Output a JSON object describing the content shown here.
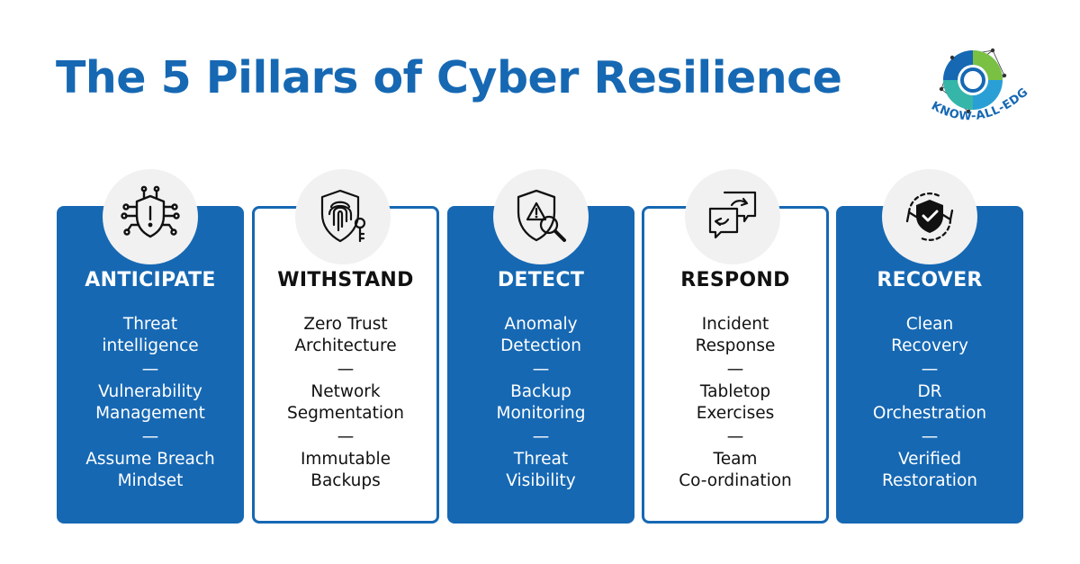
{
  "title": "The 5 Pillars of Cyber Resilience",
  "logo_text": "KNOW-ALL-EDGE",
  "colors": {
    "brand_blue": "#1668b3",
    "icon_bg": "#f1f1f1"
  },
  "separator": "—",
  "pillars": [
    {
      "name": "ANTICIPATE",
      "icon": "shield-alert-circuit-icon",
      "style": "blue",
      "items": [
        "Threat\nintelligence",
        "Vulnerability\nManagement",
        "Assume Breach\nMindset"
      ]
    },
    {
      "name": "WITHSTAND",
      "icon": "fingerprint-shield-key-icon",
      "style": "white",
      "items": [
        "Zero Trust\nArchitecture",
        "Network\nSegmentation",
        "Immutable\nBackups"
      ]
    },
    {
      "name": "DETECT",
      "icon": "shield-warning-magnifier-icon",
      "style": "blue",
      "items": [
        "Anomaly\nDetection",
        "Backup\nMonitoring",
        "Threat\nVisibility"
      ]
    },
    {
      "name": "RESPOND",
      "icon": "chat-bubbles-arrows-icon",
      "style": "white",
      "items": [
        "Incident\nResponse",
        "Tabletop\nExercises",
        "Team\nCo-ordination"
      ]
    },
    {
      "name": "RECOVER",
      "icon": "shield-check-refresh-icon",
      "style": "blue",
      "items": [
        "Clean\nRecovery",
        "DR\nOrchestration",
        "Verified\nRestoration"
      ]
    }
  ]
}
